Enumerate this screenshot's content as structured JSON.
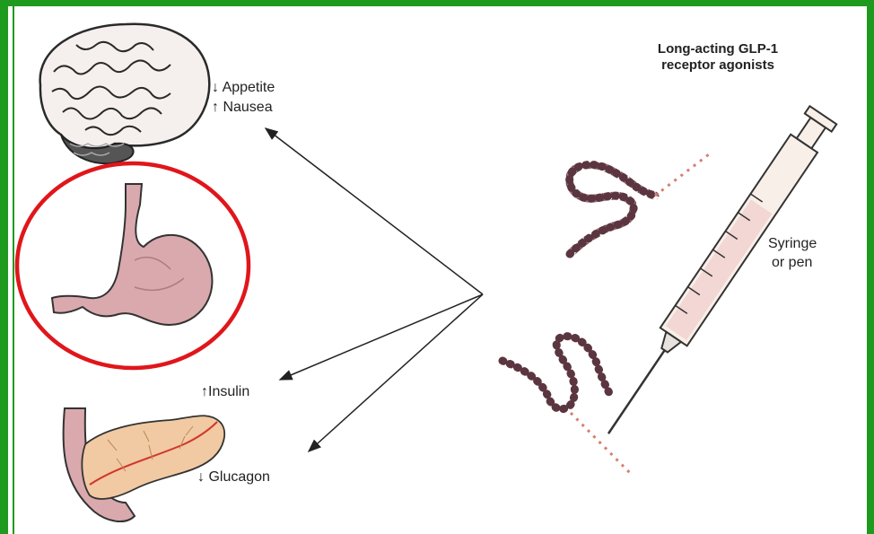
{
  "title_line1": "Long-acting GLP-1",
  "title_line2": "receptor agonists",
  "brain_effect_1": "↓ Appetite",
  "brain_effect_2": "↑ Nausea",
  "pancreas_effect_1": "↑Insulin",
  "pancreas_effect_2": "↓ Glucagon",
  "device_line1": "Syringe",
  "device_line2": "or pen",
  "colors": {
    "border": "#1e9a1e",
    "highlight_circle": "#e0161b",
    "peptide": "#8c5a66",
    "stomach": "#d9a9ae",
    "pancreas": "#f1c9a2"
  }
}
